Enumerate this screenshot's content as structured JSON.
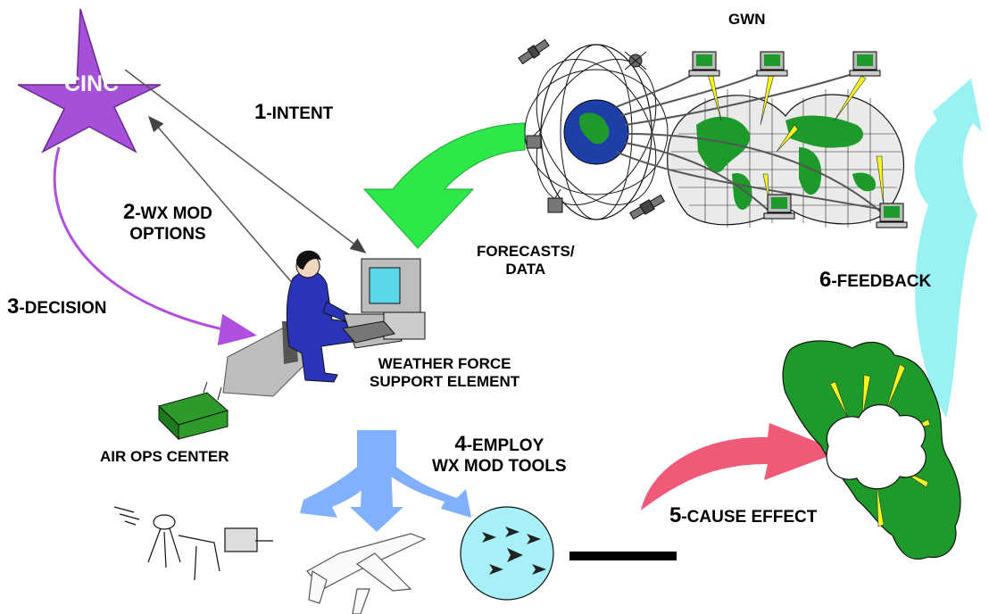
{
  "star_label": "CINC",
  "network_label": "GWN",
  "steps": [
    {
      "num": "1",
      "text": "-INTENT"
    },
    {
      "num": "2",
      "text": "-WX MOD",
      "line2": "OPTIONS"
    },
    {
      "num": "3",
      "text": "-DECISION"
    },
    {
      "num": "4",
      "text": "-EMPLOY",
      "line2": "WX MOD TOOLS"
    },
    {
      "num": "5",
      "text": "-CAUSE EFFECT"
    },
    {
      "num": "6",
      "text": "-FEEDBACK"
    }
  ],
  "forecast_label": {
    "line1": "FORECASTS/",
    "line2": "DATA"
  },
  "element_label": {
    "line1": "WEATHER FORCE",
    "line2": "SUPPORT ELEMENT"
  },
  "air_ops_label": "AIR OPS CENTER",
  "colors": {
    "star": "#a64fd9",
    "decision_arrow": "#b04fe0",
    "forecast_arrow": "#2ee84a",
    "feedback_arrow": "#8ef0f0",
    "employ_arrow": "#80b0ff",
    "effect_arrow": "#f05a78",
    "map_green": "#1e9a2a",
    "ray_yellow": "#f5f520",
    "circle_fill": "#a8f0f8",
    "person_blue": "#2b34b8",
    "screen_cyan": "#5ad8e8"
  }
}
